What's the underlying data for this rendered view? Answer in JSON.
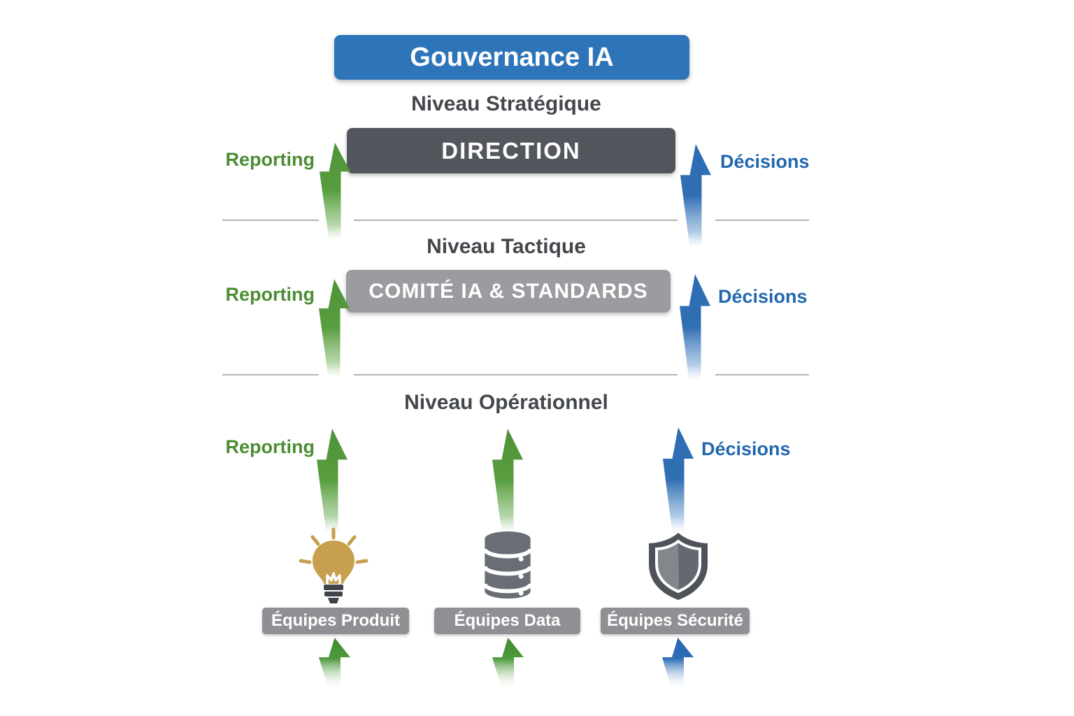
{
  "banner": {
    "label": "Gouvernance IA"
  },
  "levels": [
    {
      "id": "strategique",
      "heading": "Niveau Stratégique",
      "box_label": "DIRECTION",
      "left_arrow_label": "Reporting",
      "right_arrow_label": "Décisions"
    },
    {
      "id": "tactique",
      "heading": "Niveau Tactique",
      "box_label": "COMITÉ IA & STANDARDS",
      "left_arrow_label": "Reporting",
      "right_arrow_label": "Décisions"
    },
    {
      "id": "operationnel",
      "heading": "Niveau Opérationnel",
      "left_arrow_label": "Reporting",
      "right_arrow_label": "Décisions"
    }
  ],
  "teams": [
    {
      "label": "Équipes Produit",
      "icon": "lightbulb-icon",
      "arrow_color": "green"
    },
    {
      "label": "Équipes Data",
      "icon": "database-icon",
      "arrow_color": "green"
    },
    {
      "label": "Équipes Sécurité",
      "icon": "shield-icon",
      "arrow_color": "blue"
    }
  ],
  "colors": {
    "banner_blue": "#2e74b8",
    "direction_box_gray": "#53575d",
    "comite_box_gray": "#9b9ca0",
    "team_box_gray": "#8e9094",
    "green_arrow": "#4e9237",
    "blue_arrow": "#2c6cb3",
    "reporting_text_green": "#4c8c33",
    "decisions_text_blue": "#2267ae",
    "heading_text": "#44474c",
    "divider_gray": "#b3b3b3",
    "bulb_gold": "#c79f4e",
    "database_gray": "#696e75",
    "shield_dark": "#4e535a"
  }
}
